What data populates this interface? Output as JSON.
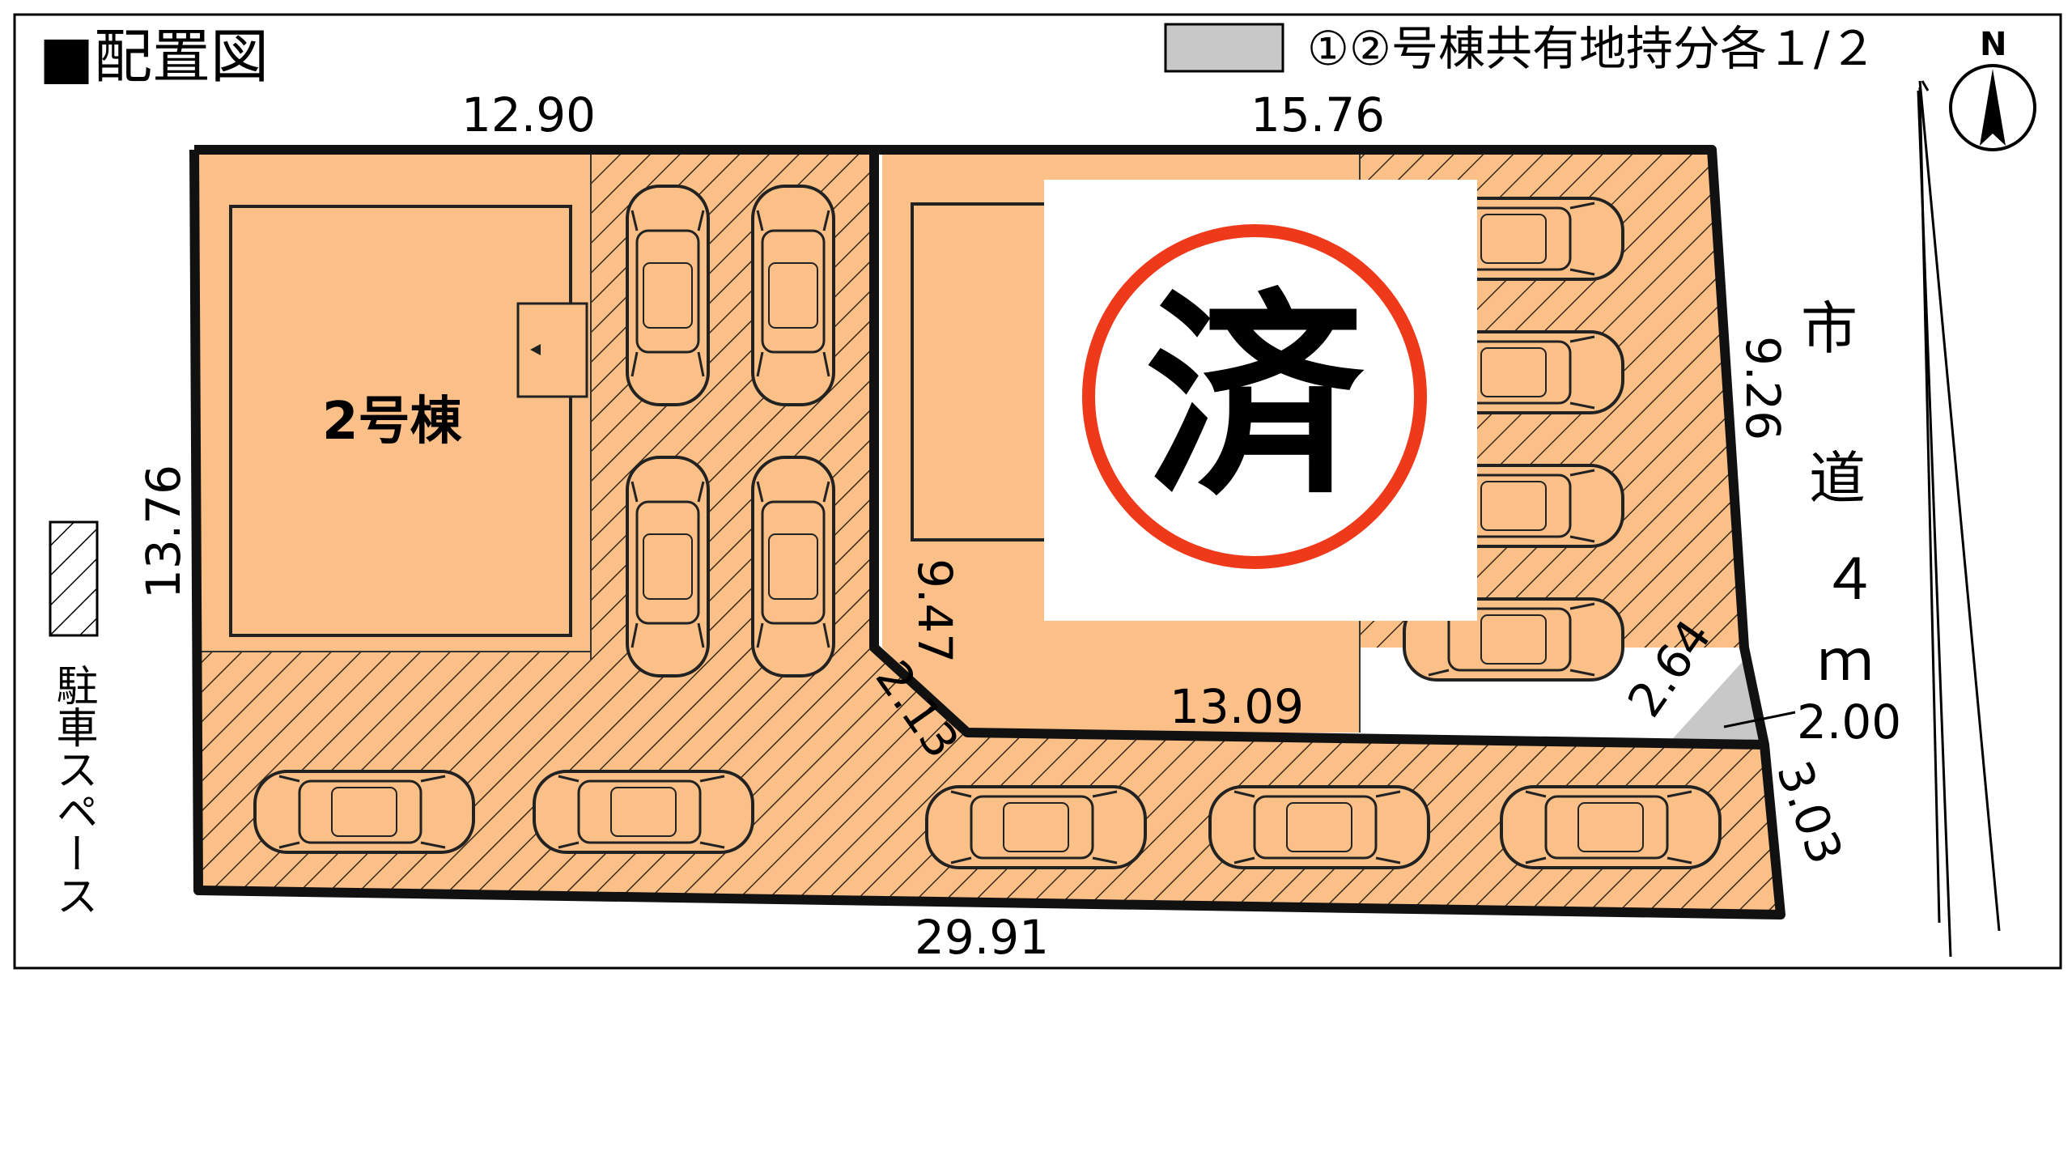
{
  "title": "■配置図",
  "legend": {
    "shared_label": "①②号棟共有地持分各１/２",
    "parking_label": "駐車スペース"
  },
  "north_label": "N",
  "road_label": [
    "市",
    "道",
    "４",
    "ｍ"
  ],
  "building": {
    "label": "2号棟"
  },
  "stamp": {
    "char": "済"
  },
  "dimensions": {
    "top_left": "12.90",
    "top_right": "15.76",
    "left": "13.76",
    "right_upper": "9.26",
    "corner_cut": "2.64",
    "shared_width": "2.00",
    "right_lower": "3.03",
    "bottom": "29.91",
    "inner_bottom": "13.09",
    "inner_left": "9.47",
    "inner_chamfer": "2.13"
  },
  "colors": {
    "lot_fill": "#fbbf88",
    "hatch": "#3a2a1a",
    "stamp_red": "#ee3a1a",
    "shared_gray": "#c8c8c8"
  }
}
